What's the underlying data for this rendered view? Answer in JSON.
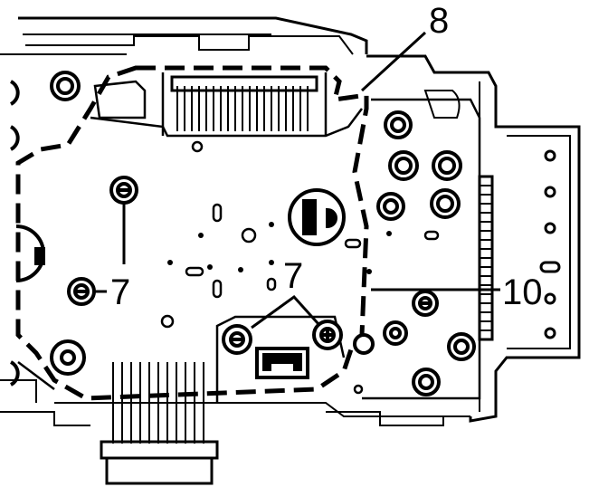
{
  "figure": {
    "callouts": {
      "screws_left": "7",
      "screws_bottom": "7",
      "board_top_right": "8",
      "board_edge_right": "10"
    }
  },
  "colors": {
    "ink": "#000000",
    "paper": "#ffffff"
  },
  "icons": {
    "screw": "screw-icon",
    "connector": "connector-icon"
  }
}
